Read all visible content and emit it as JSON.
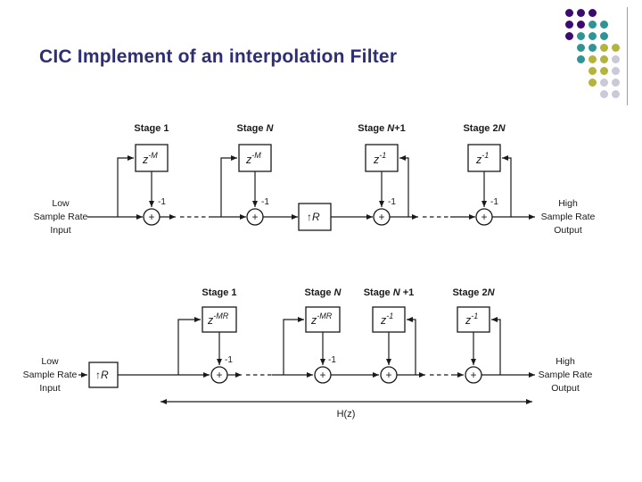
{
  "slide": {
    "title": "CIC Implement of an interpolation Filter",
    "title_color": "#2e2e74",
    "background": "#ffffff"
  },
  "decoration": {
    "dot_colors": {
      "p": "#3d0a70",
      "t": "#2f9494",
      "y": "#b3b33d",
      "g": "#c9c9d9"
    },
    "dot_rows": [
      [
        "p",
        "p",
        "p",
        "",
        ""
      ],
      [
        "p",
        "p",
        "t",
        "t",
        ""
      ],
      [
        "p",
        "t",
        "t",
        "t",
        ""
      ],
      [
        "",
        "t",
        "t",
        "y",
        "y"
      ],
      [
        "",
        "t",
        "y",
        "y",
        "g"
      ],
      [
        "",
        "",
        "y",
        "y",
        "g"
      ],
      [
        "",
        "",
        "y",
        "g",
        "g"
      ],
      [
        "",
        "",
        "",
        "g",
        "g"
      ]
    ]
  },
  "diagram_top": {
    "input_label": [
      "Low",
      "Sample Rate",
      "Input"
    ],
    "output_label": [
      "High",
      "Sample Rate",
      "Output"
    ],
    "adder_symbol": "+",
    "expander": {
      "arrow": "↑",
      "label": "R"
    },
    "stages": [
      {
        "label_pre": "Stage 1",
        "label_var": "",
        "label_suf": "",
        "box_base": "z",
        "box_exp": "-M",
        "gain": "-1"
      },
      {
        "label_pre": "Stage ",
        "label_var": "N",
        "label_suf": "",
        "box_base": "z",
        "box_exp": "-M",
        "gain": "-1"
      },
      {
        "label_pre": "Stage ",
        "label_var": "N",
        "label_suf": "+1",
        "box_base": "z",
        "box_exp": "-1",
        "gain": "-1"
      },
      {
        "label_pre": "Stage 2",
        "label_var": "N",
        "label_suf": "",
        "box_base": "z",
        "box_exp": "-1",
        "gain": "-1"
      }
    ]
  },
  "diagram_bottom": {
    "input_label": [
      "Low",
      "Sample Rate",
      "Input"
    ],
    "output_label": [
      "High",
      "Sample Rate",
      "Output"
    ],
    "adder_symbol": "+",
    "expander": {
      "arrow": "↑",
      "label": "R"
    },
    "transfer_label": "H(z)",
    "stages": [
      {
        "label_pre": "Stage 1",
        "label_var": "",
        "label_suf": "",
        "box_base": "z",
        "box_exp": "-MR",
        "gain": "-1"
      },
      {
        "label_pre": "Stage ",
        "label_var": "N",
        "label_suf": "",
        "box_base": "z",
        "box_exp": "-MR",
        "gain": "-1"
      },
      {
        "label_pre": "Stage ",
        "label_var": "N",
        "label_suf": " +1",
        "box_base": "z",
        "box_exp": "-1"
      },
      {
        "label_pre": "Stage 2",
        "label_var": "N",
        "label_suf": "",
        "box_base": "z",
        "box_exp": "-1"
      }
    ]
  }
}
